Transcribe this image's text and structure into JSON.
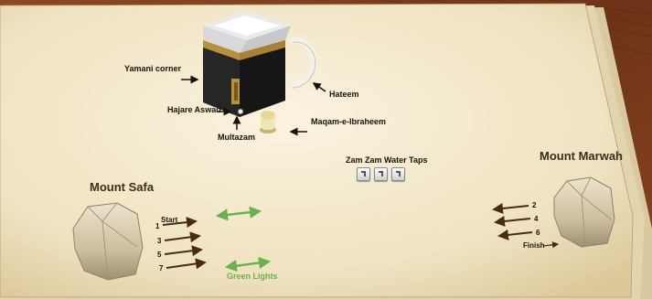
{
  "labels": {
    "yamani_corner": "Yamani corner",
    "hajare_aswad": "Hajare Aswad",
    "multazam": "Multazam",
    "hateem": "Hateem",
    "maqam_e_ibraheem": "Maqam-e-Ibraheem",
    "zam_zam_water_taps": "Zam Zam Water Taps",
    "mount_safa": "Mount Safa",
    "mount_marwah": "Mount Marwah",
    "start": "Start",
    "finish": "Finish",
    "green_lights": "Green Lights"
  },
  "safa_laps": [
    "1",
    "3",
    "5",
    "7"
  ],
  "marwah_laps": [
    "2",
    "4",
    "6"
  ],
  "colors": {
    "wood": "#7a3a1c",
    "parchment": "#f3e9cf",
    "arrow_brown": "#4a2a12",
    "green": "#6ab04c",
    "kaaba_black": "#1c1c1c",
    "gold": "#b8923a"
  },
  "icons": {
    "kaaba": "kaaba-icon",
    "hateem": "hateem-wall-icon",
    "maqam": "maqam-ibraheem-icon",
    "tap": "water-tap-icon",
    "rock": "rock-icon"
  }
}
